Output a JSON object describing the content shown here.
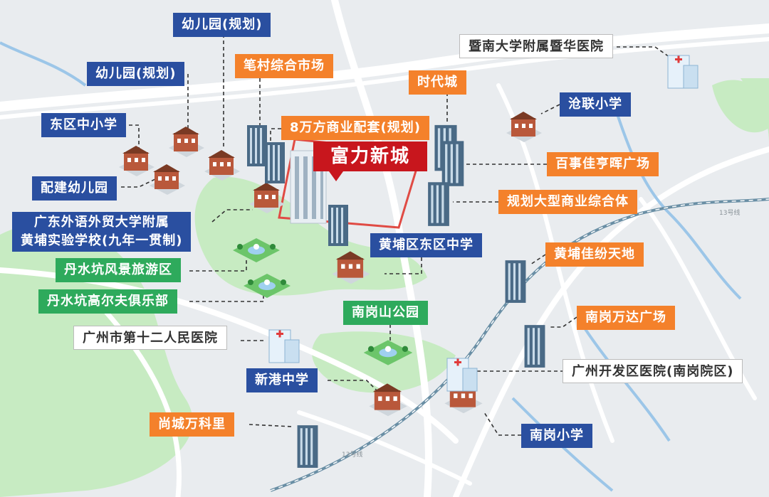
{
  "hero": {
    "label": "富力新城"
  },
  "metro": {
    "line13": "13号线"
  },
  "labels": {
    "kindergarten_plan_1": "幼儿园(规划)",
    "kindergarten_plan_2": "幼儿园(规划)",
    "dongqu_school": "东区中小学",
    "peijian_kindergarten": "配建幼儿园",
    "waiyu_school_line1": "广东外语外贸大学附属",
    "waiyu_school_line2": "黄埔实验学校(九年一贯制)",
    "bicun_market": "笔村综合市场",
    "commerce_80k": "8万方商业配套(规划)",
    "shidai_city": "时代城",
    "jinan_hospital": "暨南大学附属暨华医院",
    "canglian_school": "沧联小学",
    "baishijia_plaza": "百事佳亨晖广场",
    "planned_complex": "规划大型商业综合体",
    "danshuikeng_scenic": "丹水坑风景旅游区",
    "danshuikeng_golf": "丹水坑高尔夫俱乐部",
    "huangpu_dongqu_middle": "黄埔区东区中学",
    "huangpu_jiafen": "黄埔佳纷天地",
    "nangang_park": "南岗山公园",
    "hospital_12": "广州市第十二人民医院",
    "nangang_wanda": "南岗万达广场",
    "xingang_middle": "新港中学",
    "kaifaqu_hospital": "广州开发区医院(南岗院区)",
    "shangcheng_vanke": "尚城万科里",
    "nangang_primary": "南岗小学"
  },
  "colors": {
    "school": "#2a4fa0",
    "commerce": "#f4812b",
    "park": "#2eaa5c",
    "hero": "#c8161d"
  },
  "icons": [
    "school-building-icon",
    "office-tower-icon",
    "park-fountain-icon",
    "hospital-building-icon"
  ]
}
